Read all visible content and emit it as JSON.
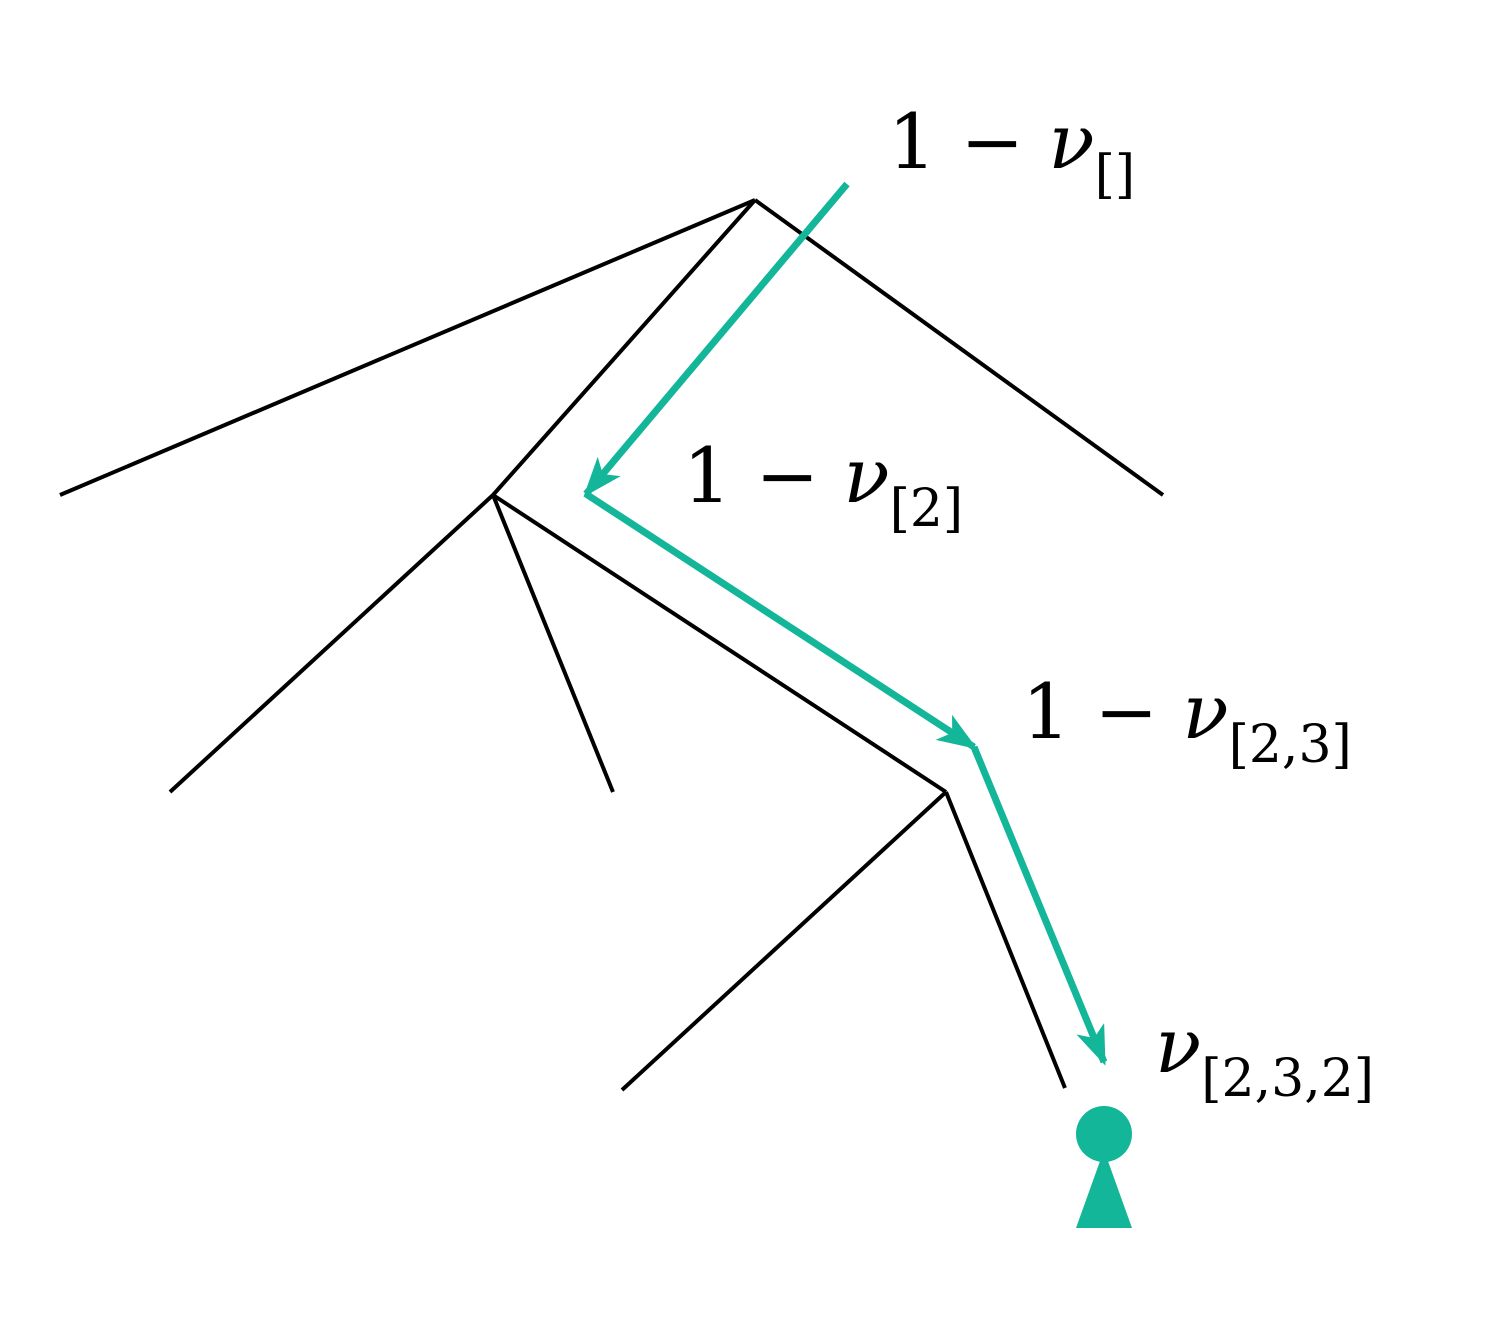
{
  "colors": {
    "edge": "#000000",
    "path": "#13b698",
    "background": "#ffffff"
  },
  "labels": {
    "root": {
      "prefix": "1 − ",
      "nu": "ν",
      "sub": "[]"
    },
    "level1": {
      "prefix": "1 − ",
      "nu": "ν",
      "sub": "[2]"
    },
    "level2": {
      "prefix": "1 − ",
      "nu": "ν",
      "sub": "[2,3]"
    },
    "leaf": {
      "prefix": "",
      "nu": "ν",
      "sub": "[2,3,2]"
    }
  },
  "icons": {
    "leaf_marker": "keyhole-icon"
  }
}
